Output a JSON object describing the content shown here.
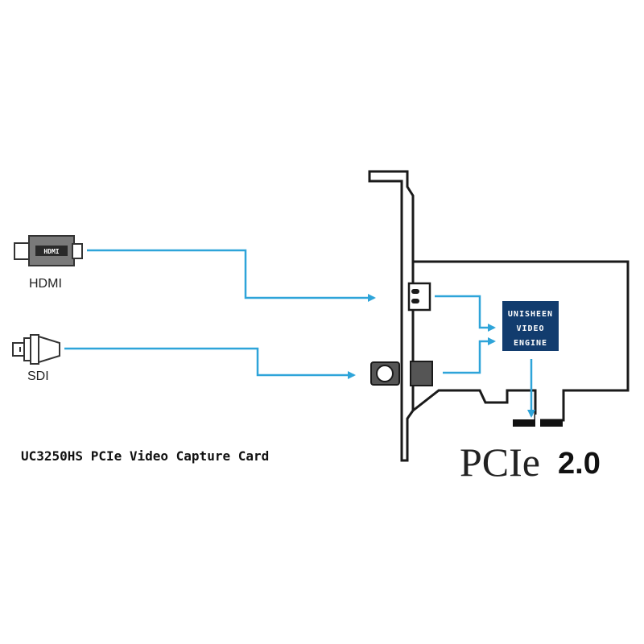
{
  "labels": {
    "hdmi": "HDMI",
    "sdi": "SDI",
    "connector_hdmi_text": "HDMI",
    "card_title": "UC3250HS PCIe Video Capture Card",
    "chip_line1": "UNISHEEN",
    "chip_line2": "VIDEO",
    "chip_line3": "ENGINE",
    "pcie_text": "PCIe",
    "pcie_version": "2.0"
  },
  "colors": {
    "arrow": "#2ea4d9",
    "chip": "#123c6e",
    "outline": "#1a1a1a",
    "connector": "#7a7a7a"
  },
  "icons": {
    "hdmi_connector": "hdmi-connector-icon",
    "sdi_connector": "sdi-bnc-connector-icon"
  }
}
